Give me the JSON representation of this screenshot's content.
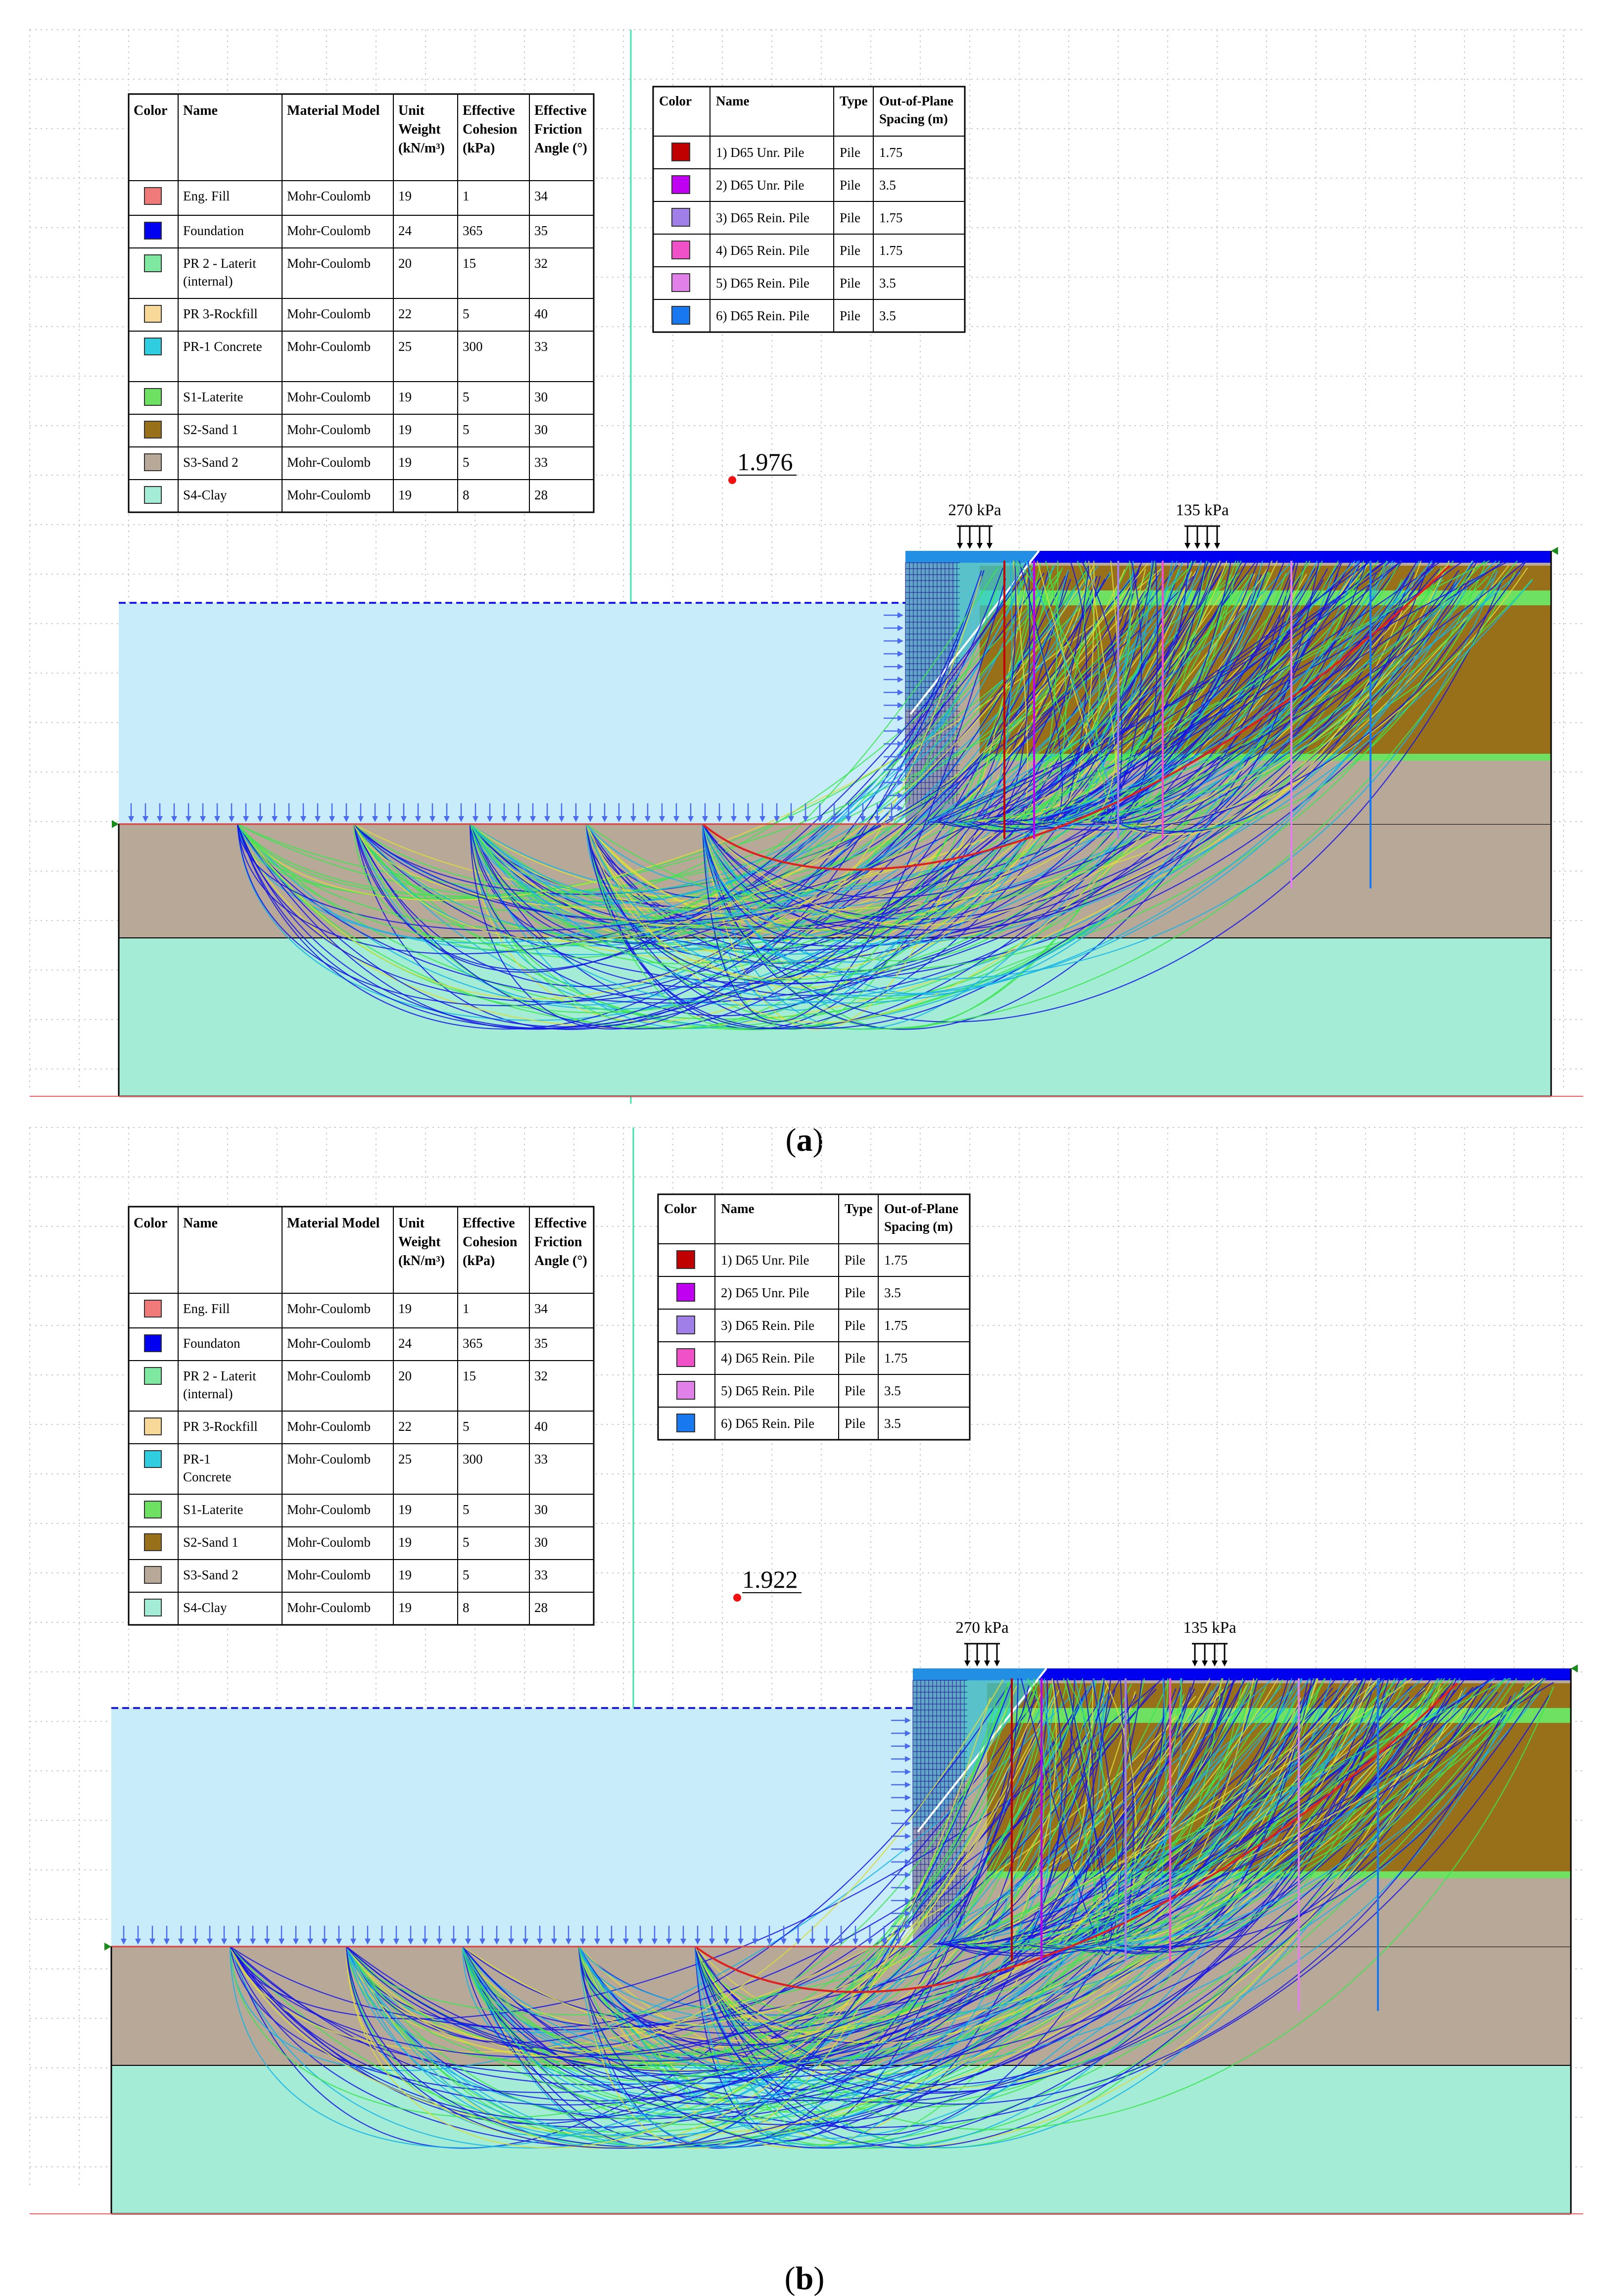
{
  "panels": [
    {
      "label_open": "(",
      "label_letter": "a",
      "label_close": ")",
      "fos": "1.976",
      "loads": [
        "270 kPa",
        "135 kPa"
      ],
      "materials_table": {
        "headers": [
          [
            "Color"
          ],
          [
            "Name"
          ],
          [
            "Material Model"
          ],
          [
            "Unit",
            "Weight",
            "(kN/m³)"
          ],
          [
            "Effective",
            "Cohesion",
            "(kPa)"
          ],
          [
            "Effective",
            "Friction",
            "Angle (°)"
          ]
        ],
        "rows": [
          {
            "color": "#f07a7a",
            "name": [
              "Eng. Fill"
            ],
            "model": "Mohr-Coulomb",
            "weight": "19",
            "cohesion": "1",
            "friction": "34"
          },
          {
            "color": "#0000f0",
            "name": [
              "Foundation"
            ],
            "model": "Mohr-Coulomb",
            "weight": "24",
            "cohesion": "365",
            "friction": "35"
          },
          {
            "color": "#7fe8a0",
            "name": [
              "PR 2 - Laterit",
              "(internal)"
            ],
            "model": "Mohr-Coulomb",
            "weight": "20",
            "cohesion": "15",
            "friction": "32"
          },
          {
            "color": "#f7d898",
            "name": [
              "PR 3-Rockfill"
            ],
            "model": "Mohr-Coulomb",
            "weight": "22",
            "cohesion": "5",
            "friction": "40"
          },
          {
            "color": "#30cce0",
            "name": [
              "PR-1 Concrete"
            ],
            "model": "Mohr-Coulomb",
            "weight": "25",
            "cohesion": "300",
            "friction": "33"
          },
          {
            "color": "#6ee062",
            "name": [
              "S1-Laterite"
            ],
            "model": "Mohr-Coulomb",
            "weight": "19",
            "cohesion": "5",
            "friction": "30"
          },
          {
            "color": "#98701a",
            "name": [
              "S2-Sand 1"
            ],
            "model": "Mohr-Coulomb",
            "weight": "19",
            "cohesion": "5",
            "friction": "30"
          },
          {
            "color": "#b8a898",
            "name": [
              "S3-Sand 2"
            ],
            "model": "Mohr-Coulomb",
            "weight": "19",
            "cohesion": "5",
            "friction": "33"
          },
          {
            "color": "#a4ecd6",
            "name": [
              "S4-Clay"
            ],
            "model": "Mohr-Coulomb",
            "weight": "19",
            "cohesion": "8",
            "friction": "28"
          }
        ]
      },
      "piles_table": {
        "headers": [
          [
            "Color"
          ],
          [
            "Name"
          ],
          [
            "Type"
          ],
          [
            "Out-of-Plane",
            "Spacing (m)"
          ]
        ],
        "rows": [
          {
            "color": "#c00000",
            "name": "1) D65 Unr. Pile",
            "type": "Pile",
            "spacing": "1.75"
          },
          {
            "color": "#c000f0",
            "name": "2) D65 Unr. Pile",
            "type": "Pile",
            "spacing": "3.5"
          },
          {
            "color": "#a080e8",
            "name": "3) D65 Rein. Pile",
            "type": "Pile",
            "spacing": "1.75"
          },
          {
            "color": "#f050c8",
            "name": "4) D65 Rein. Pile",
            "type": "Pile",
            "spacing": "1.75"
          },
          {
            "color": "#e080e8",
            "name": "5) D65 Rein. Pile",
            "type": "Pile",
            "spacing": "3.5"
          },
          {
            "color": "#1878f0",
            "name": "6) D65 Rein. Pile",
            "type": "Pile",
            "spacing": "3.5"
          }
        ]
      }
    },
    {
      "label_open": "(",
      "label_letter": "b",
      "label_close": ")",
      "fos": "1.922",
      "loads": [
        "270 kPa",
        "135 kPa"
      ],
      "materials_table": {
        "headers": [
          [
            "Color"
          ],
          [
            "Name"
          ],
          [
            "Material Model"
          ],
          [
            "Unit",
            "Weight",
            "(kN/m³)"
          ],
          [
            "Effective",
            "Cohesion",
            "(kPa)"
          ],
          [
            "Effective",
            "Friction",
            "Angle (°)"
          ]
        ],
        "rows": [
          {
            "color": "#f07a7a",
            "name": [
              "Eng. Fill"
            ],
            "model": "Mohr-Coulomb",
            "weight": "19",
            "cohesion": "1",
            "friction": "34"
          },
          {
            "color": "#0000f0",
            "name": [
              "Foundaton"
            ],
            "model": "Mohr-Coulomb",
            "weight": "24",
            "cohesion": "365",
            "friction": "35"
          },
          {
            "color": "#7fe8a0",
            "name": [
              "PR 2 - Laterit",
              "(internal)"
            ],
            "model": "Mohr-Coulomb",
            "weight": "20",
            "cohesion": "15",
            "friction": "32"
          },
          {
            "color": "#f7d898",
            "name": [
              "PR 3-Rockfill"
            ],
            "model": "Mohr-Coulomb",
            "weight": "22",
            "cohesion": "5",
            "friction": "40"
          },
          {
            "color": "#30cce0",
            "name": [
              "PR-1",
              "Concrete"
            ],
            "model": "Mohr-Coulomb",
            "weight": "25",
            "cohesion": "300",
            "friction": "33"
          },
          {
            "color": "#6ee062",
            "name": [
              "S1-Laterite"
            ],
            "model": "Mohr-Coulomb",
            "weight": "19",
            "cohesion": "5",
            "friction": "30"
          },
          {
            "color": "#98701a",
            "name": [
              "S2-Sand 1"
            ],
            "model": "Mohr-Coulomb",
            "weight": "19",
            "cohesion": "5",
            "friction": "30"
          },
          {
            "color": "#b8a898",
            "name": [
              "S3-Sand 2"
            ],
            "model": "Mohr-Coulomb",
            "weight": "19",
            "cohesion": "5",
            "friction": "33"
          },
          {
            "color": "#a4ecd6",
            "name": [
              "S4-Clay"
            ],
            "model": "Mohr-Coulomb",
            "weight": "19",
            "cohesion": "8",
            "friction": "28"
          }
        ]
      },
      "piles_table": {
        "headers": [
          [
            "Color"
          ],
          [
            "Name"
          ],
          [
            "Type"
          ],
          [
            "Out-of-Plane",
            "Spacing (m)"
          ]
        ],
        "rows": [
          {
            "color": "#c00000",
            "name": "1) D65 Unr. Pile",
            "type": "Pile",
            "spacing": "1.75"
          },
          {
            "color": "#c000f0",
            "name": "2) D65 Unr. Pile",
            "type": "Pile",
            "spacing": "3.5"
          },
          {
            "color": "#a080e8",
            "name": "3) D65 Rein. Pile",
            "type": "Pile",
            "spacing": "1.75"
          },
          {
            "color": "#f050c8",
            "name": "4) D65 Rein. Pile",
            "type": "Pile",
            "spacing": "1.75"
          },
          {
            "color": "#e080e8",
            "name": "5) D65 Rein. Pile",
            "type": "Pile",
            "spacing": "3.5"
          },
          {
            "color": "#1878f0",
            "name": "6) D65 Rein. Pile",
            "type": "Pile",
            "spacing": "3.5"
          }
        ]
      }
    }
  ],
  "colors": {
    "water": "#c8ecfa",
    "sand2": "#b8a898",
    "clay": "#a4ecd6",
    "sand1": "#98701a",
    "laterite": "#6ee062",
    "foundation": "#0000f0",
    "slip_blue": "#1414e6",
    "slip_cyan": "#14b4e6",
    "slip_green": "#3ce650",
    "slip_yellow": "#dcdc3c",
    "grid": "#c8c8c8",
    "axis": "#40e0b0"
  }
}
